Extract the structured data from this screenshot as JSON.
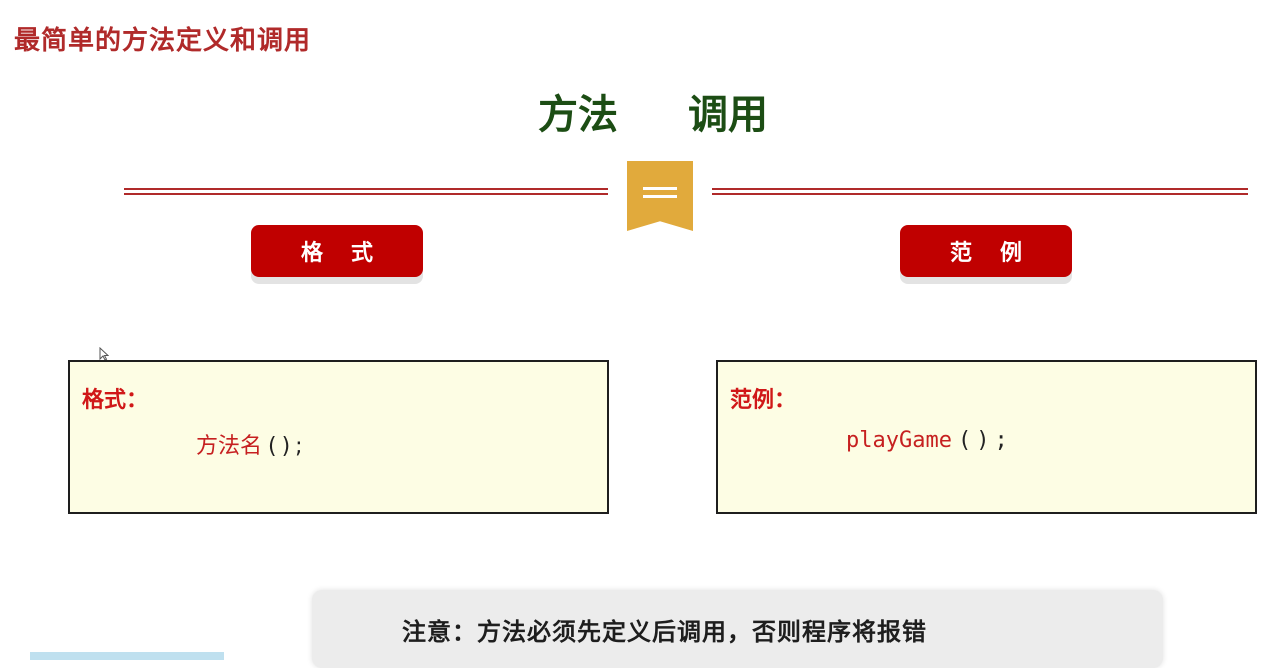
{
  "page_title": "最简单的方法定义和调用",
  "heading": {
    "left": "方法",
    "right": "调用"
  },
  "tabs": {
    "format": "格式",
    "example": "范例"
  },
  "format_box": {
    "label": "格式：",
    "code": "方法名",
    "punct": "();"
  },
  "example_box": {
    "label": "范例：",
    "code": "playGame",
    "punct": "();"
  },
  "note": "注意：方法必须先定义后调用，否则程序将报错",
  "colors": {
    "title_red": "#b02a2a",
    "heading_green": "#1c4d14",
    "button_red": "#c00000",
    "ribbon_gold": "#e1aa3c",
    "box_bg": "#fdfde4"
  },
  "icons": [
    "menu-ribbon-icon",
    "mouse-cursor-icon"
  ]
}
